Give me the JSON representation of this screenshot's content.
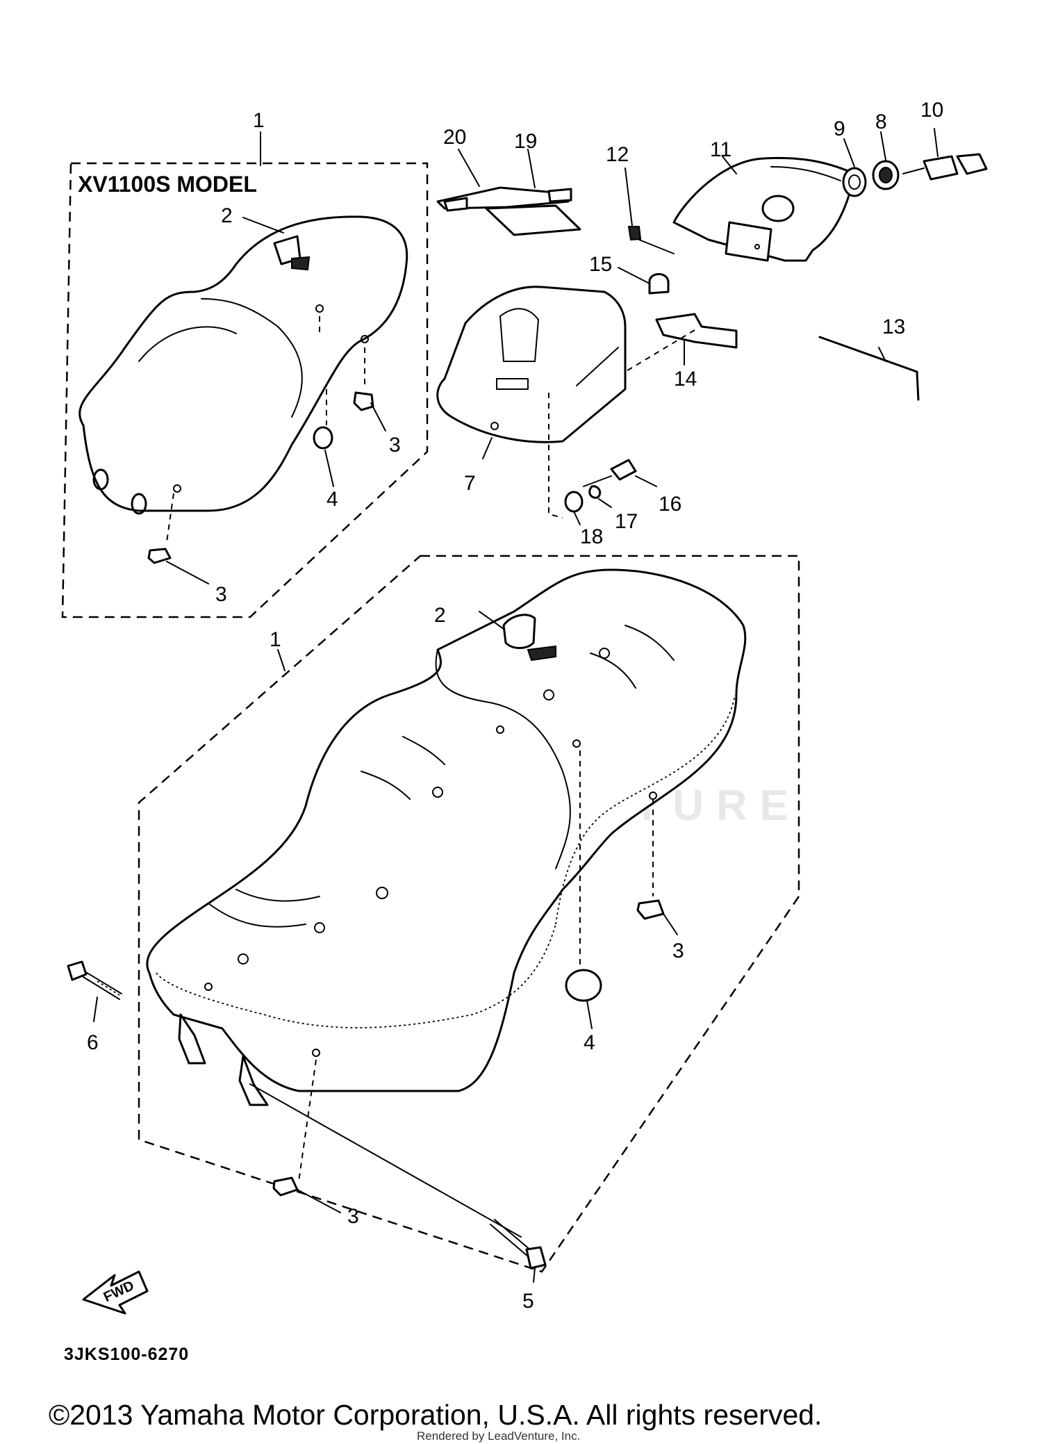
{
  "diagram": {
    "model_label": "XV1100S MODEL",
    "part_code": "3JKS100-6270",
    "fwd_label": "FWD",
    "watermark": "LEADVENTURE",
    "copyright": "©2013 Yamaha Motor Corporation, U.S.A. All rights reserved.",
    "rendered_by": "Rendered by LeadVenture, Inc."
  },
  "callouts": {
    "c1a": "1",
    "c2a": "2",
    "c3a": "3",
    "c3b": "3",
    "c4a": "4",
    "c20": "20",
    "c19": "19",
    "c12": "12",
    "c11": "11",
    "c9": "9",
    "c8": "8",
    "c10": "10",
    "c15": "15",
    "c13": "13",
    "c14": "14",
    "c7": "7",
    "c16": "16",
    "c17": "17",
    "c18": "18",
    "c1b": "1",
    "c2b": "2",
    "c3c": "3",
    "c4b": "4",
    "c6": "6",
    "c3d": "3",
    "c5": "5"
  }
}
